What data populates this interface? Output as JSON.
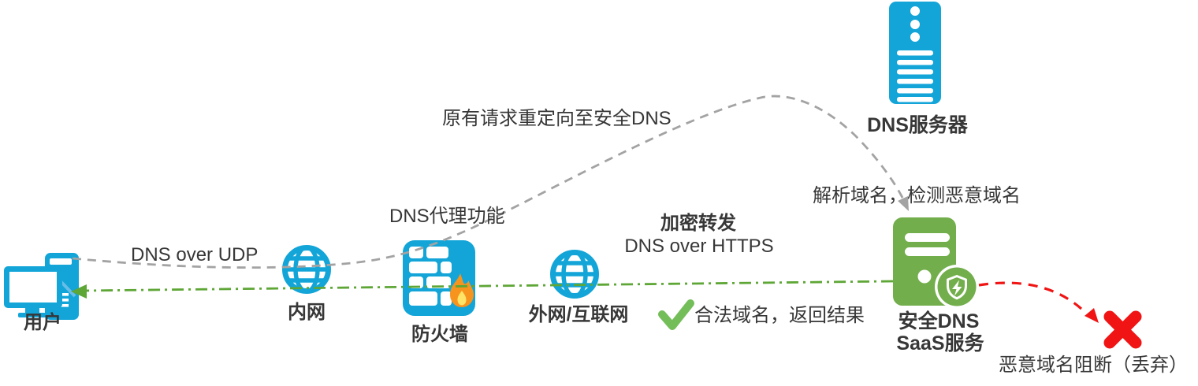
{
  "nodes": {
    "user": {
      "label": "用户"
    },
    "intranet": {
      "label": "内网"
    },
    "firewall": {
      "label": "防火墙"
    },
    "internet": {
      "label": "外网/互联网"
    },
    "dns_server": {
      "label": "DNS服务器"
    },
    "secure_dns": {
      "line1": "安全DNS",
      "line2": "SaaS服务"
    }
  },
  "annotations": {
    "dns_over_udp": "DNS over UDP",
    "dns_proxy": "DNS代理功能",
    "redirect": "原有请求重定向至安全DNS",
    "encrypted_forward": "加密转发",
    "dns_over_https": "DNS over HTTPS",
    "resolve_detect": "解析域名，检测恶意域名",
    "legit_return": "合法域名，返回结果",
    "malicious_block": "恶意域名阻断（丢弃）"
  },
  "icons": {
    "user": "desktop-computer-icon",
    "intranet": "globe-icon",
    "firewall": "firewall-brick-flame-icon",
    "internet": "globe-icon",
    "dns_server": "server-tower-icon",
    "secure_dns": "server-shield-icon",
    "legit": "check-mark-icon",
    "blocked": "red-x-icon"
  },
  "colors": {
    "icon_blue": "#13A5D8",
    "server_green": "#72AE4B",
    "return_line_green": "#5EA636",
    "check_green": "#74BE5A",
    "redirect_line_gray": "#A3A3A3",
    "block_red": "#F01414",
    "flame_orange": "#F7941D",
    "flame_yellow": "#FFE468",
    "text": "#373737"
  }
}
